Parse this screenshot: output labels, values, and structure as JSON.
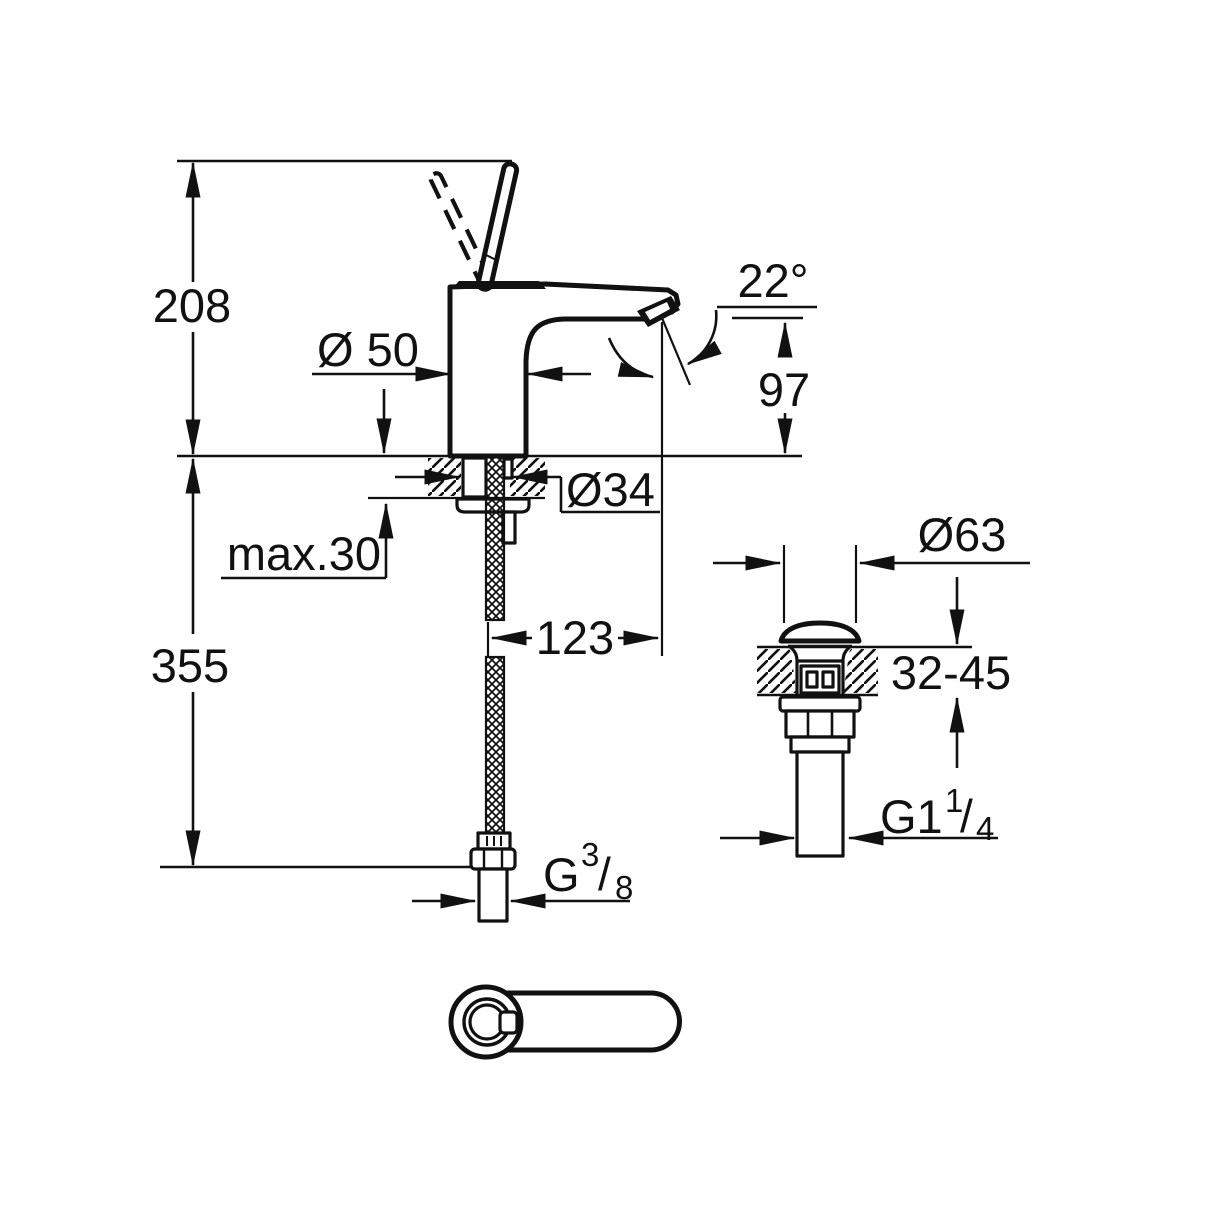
{
  "drawing": {
    "background": "#ffffff",
    "stroke_color": "#111111"
  },
  "labels": {
    "overall_height": "208",
    "body_diameter": "Ø 50",
    "spout_angle": "22°",
    "spout_height": "97",
    "shank_diameter": "Ø34",
    "max_deck_thickness": "max.30",
    "hose_length": "355",
    "spout_reach": "123",
    "waste_flange_diameter": "Ø63",
    "waste_deck_range": "32-45",
    "waste_thread_main": "G1",
    "waste_thread_sup": "1",
    "waste_thread_slash": "/",
    "waste_thread_sub": "4",
    "supply_thread_main": "G",
    "supply_thread_sup": "3",
    "supply_thread_slash": "/",
    "supply_thread_sub": "8"
  }
}
